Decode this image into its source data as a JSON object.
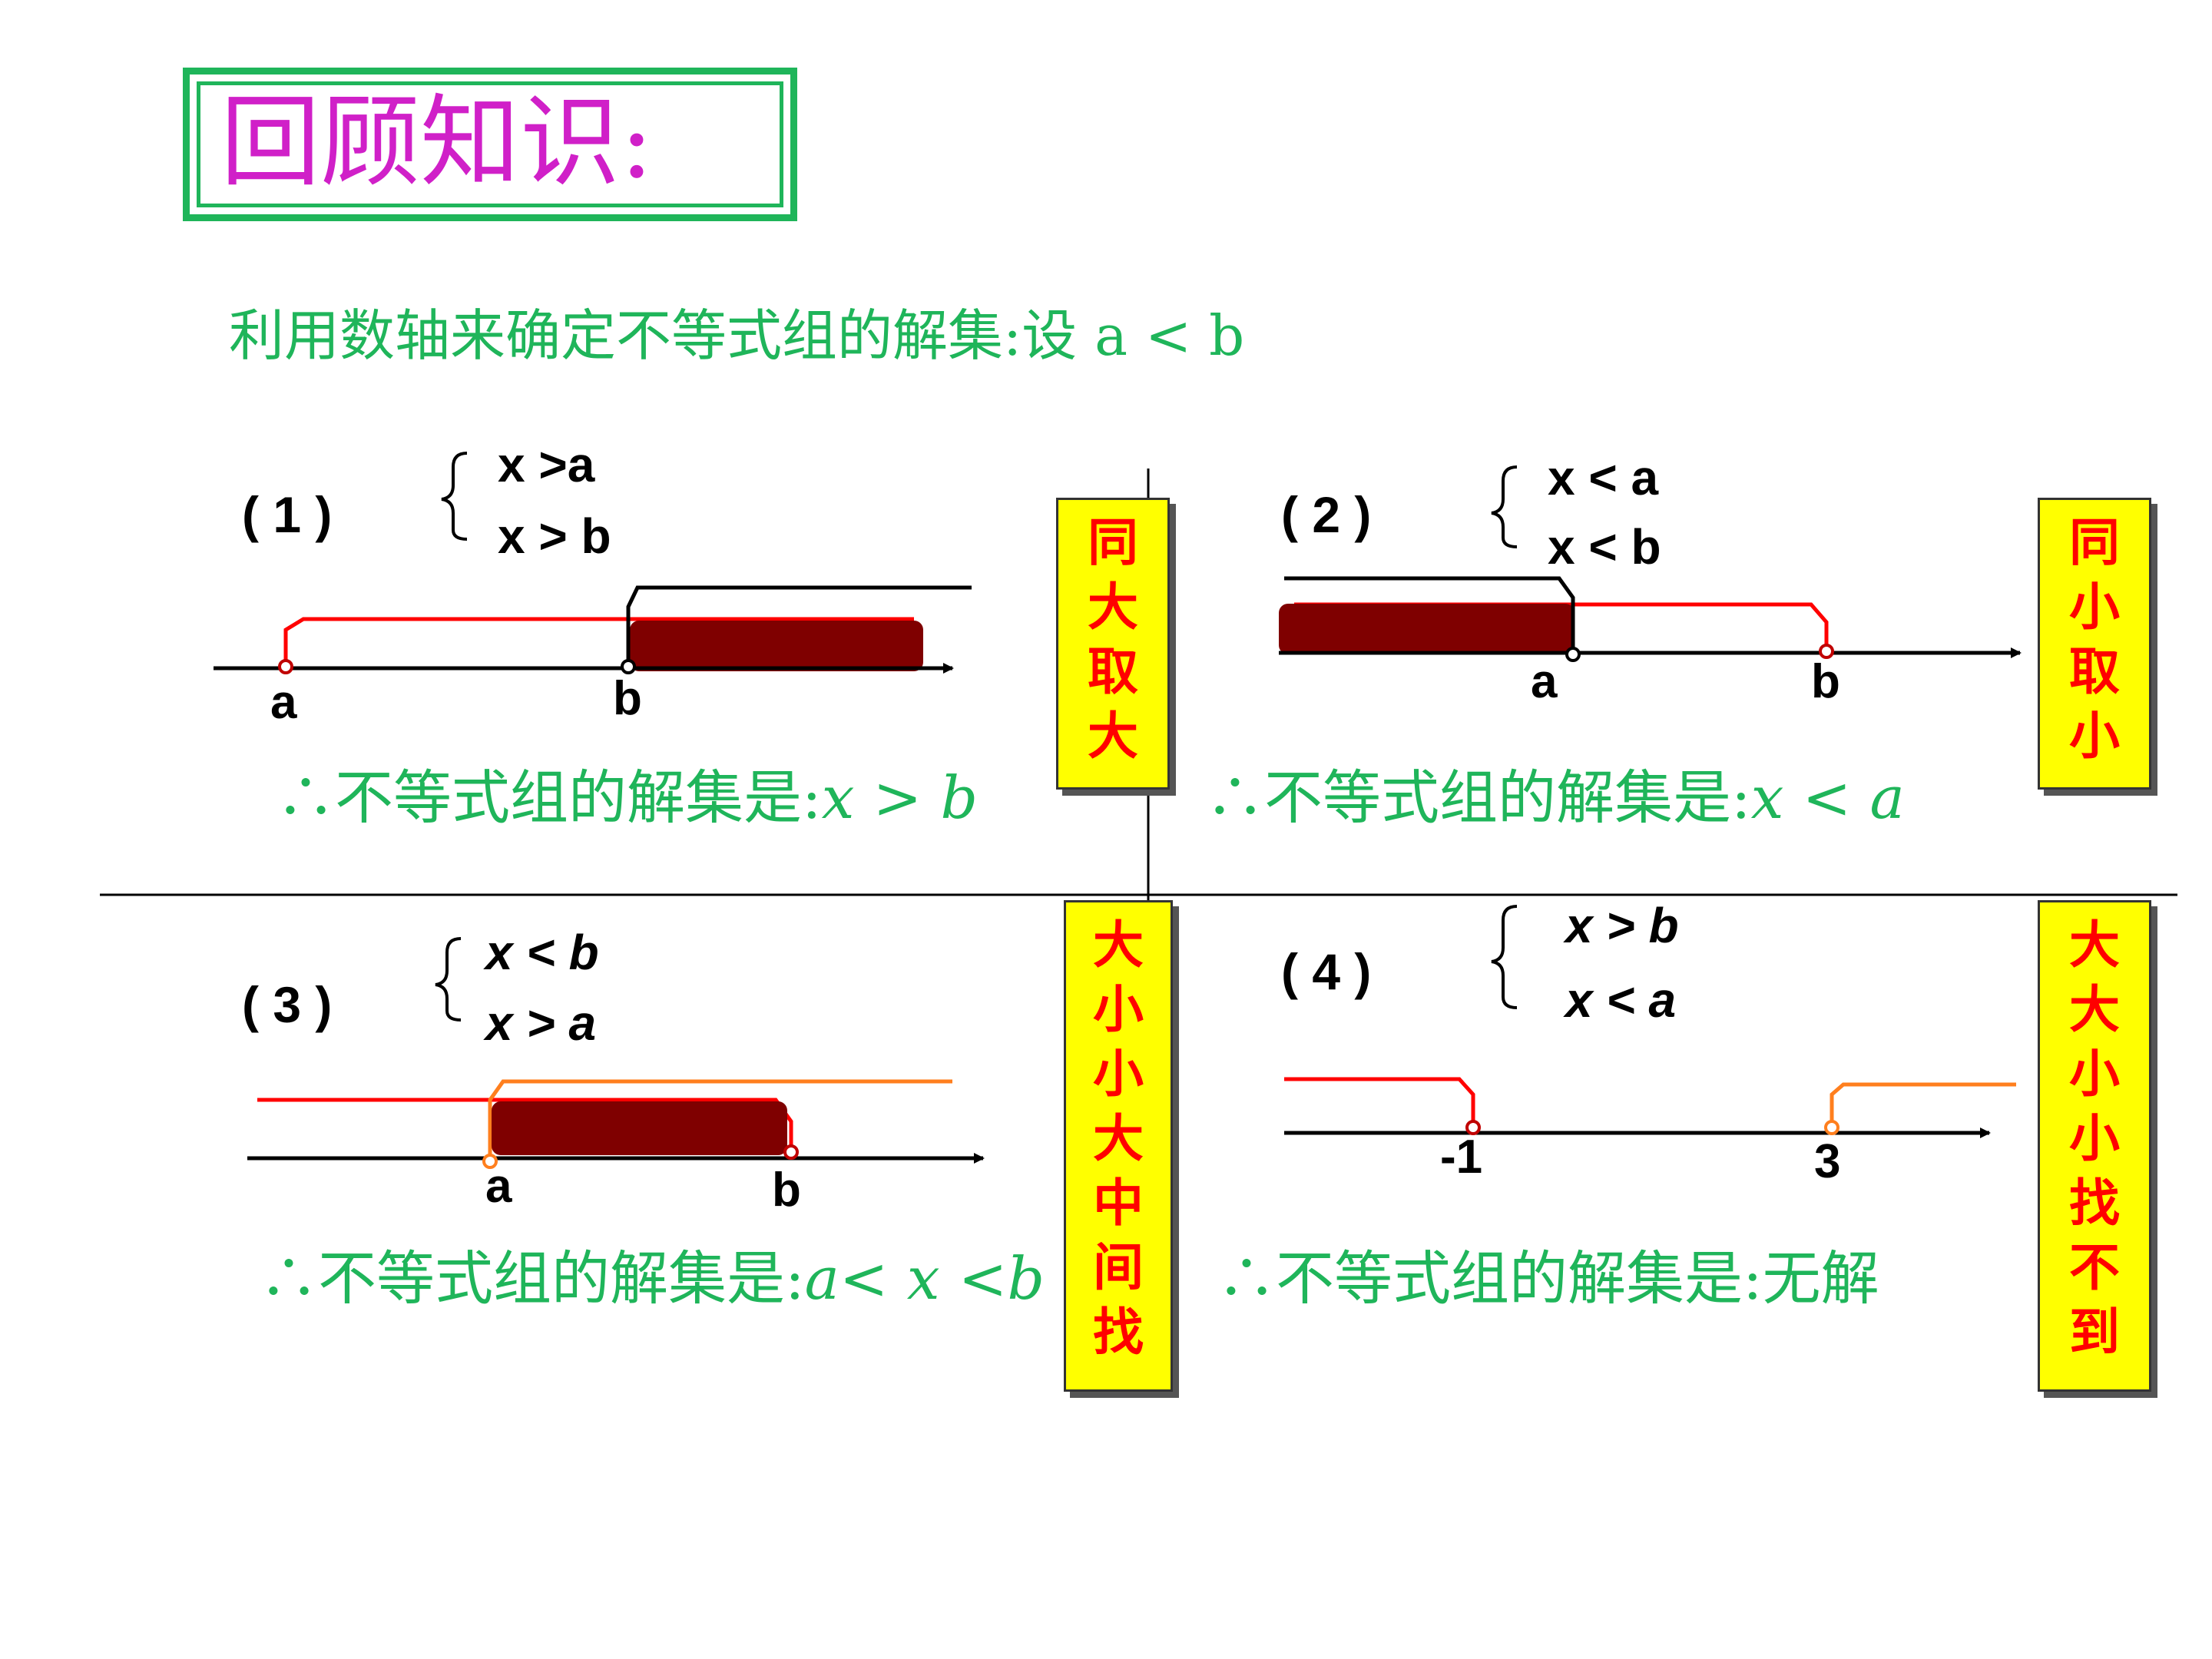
{
  "title": "回顾知识:",
  "intro": "利用数轴来确定不等式组的解集:设 a < b",
  "cases": [
    {
      "label": "( 1 )",
      "ineq1": "x >a",
      "ineq2": "x > b",
      "axis_labels": [
        "a",
        "b"
      ],
      "solution_prefix": "∴不等式组的解集是:",
      "solution_math": "x > b",
      "rule": [
        "同",
        "大",
        "取",
        "大"
      ]
    },
    {
      "label": "( 2 )",
      "ineq1": "x < a",
      "ineq2": "x < b",
      "axis_labels": [
        "a",
        "b"
      ],
      "solution_prefix": "∴不等式组的解集是:",
      "solution_math": "x < a",
      "rule": [
        "同",
        "小",
        "取",
        "小"
      ]
    },
    {
      "label": "( 3 )",
      "ineq1": "x < b",
      "ineq2": "x > a",
      "axis_labels": [
        "a",
        "b"
      ],
      "solution_prefix": "∴不等式组的解集是:",
      "solution_math": "a< x <b",
      "rule": [
        "大",
        "小",
        "小",
        "大",
        "中",
        "间",
        "找"
      ]
    },
    {
      "label": "( 4 )",
      "ineq1": "x > b",
      "ineq2": "x < a",
      "axis_labels": [
        "-1",
        "3"
      ],
      "solution_prefix": "∴不等式组的解集是:",
      "solution_math": "无解",
      "rule": [
        "大",
        "大",
        "小",
        "小",
        "找",
        "不",
        "到"
      ]
    }
  ],
  "colors": {
    "green": "#1fb55a",
    "magenta": "#d020c8",
    "red": "#ff0000",
    "orange": "#ff7f1e",
    "maroon": "#7f0000",
    "yellow": "#ffff00"
  }
}
